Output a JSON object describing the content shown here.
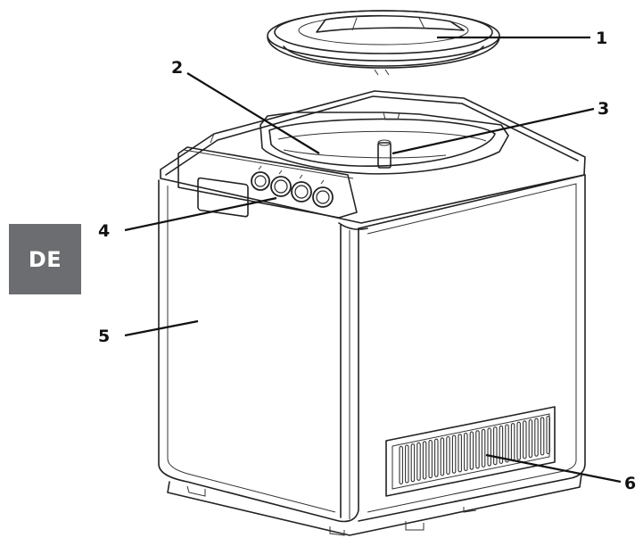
{
  "tab": {
    "label": "DE"
  },
  "callouts": [
    "1",
    "2",
    "3",
    "4",
    "5",
    "6"
  ]
}
